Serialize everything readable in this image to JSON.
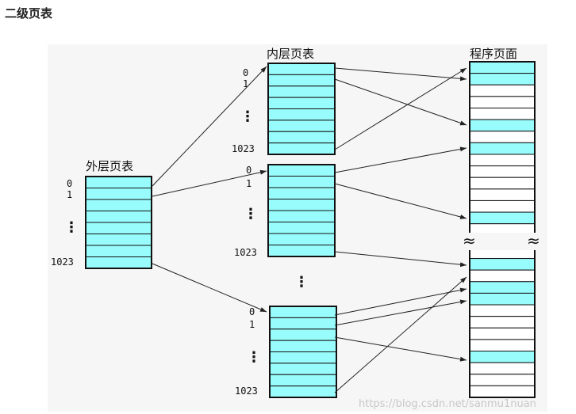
{
  "heading": "二级页表",
  "diagram": {
    "outer_table_label": "外层页表",
    "inner_table_label": "内层页表",
    "program_pages_label": "程序页面",
    "index_first": "0",
    "index_second": "1",
    "index_last": "1023",
    "ellipsis": "⋮",
    "wave": "≈",
    "fill_color": "#99fcfc",
    "watermark": "https://blog.csdn.net/sanmu1nuan"
  }
}
